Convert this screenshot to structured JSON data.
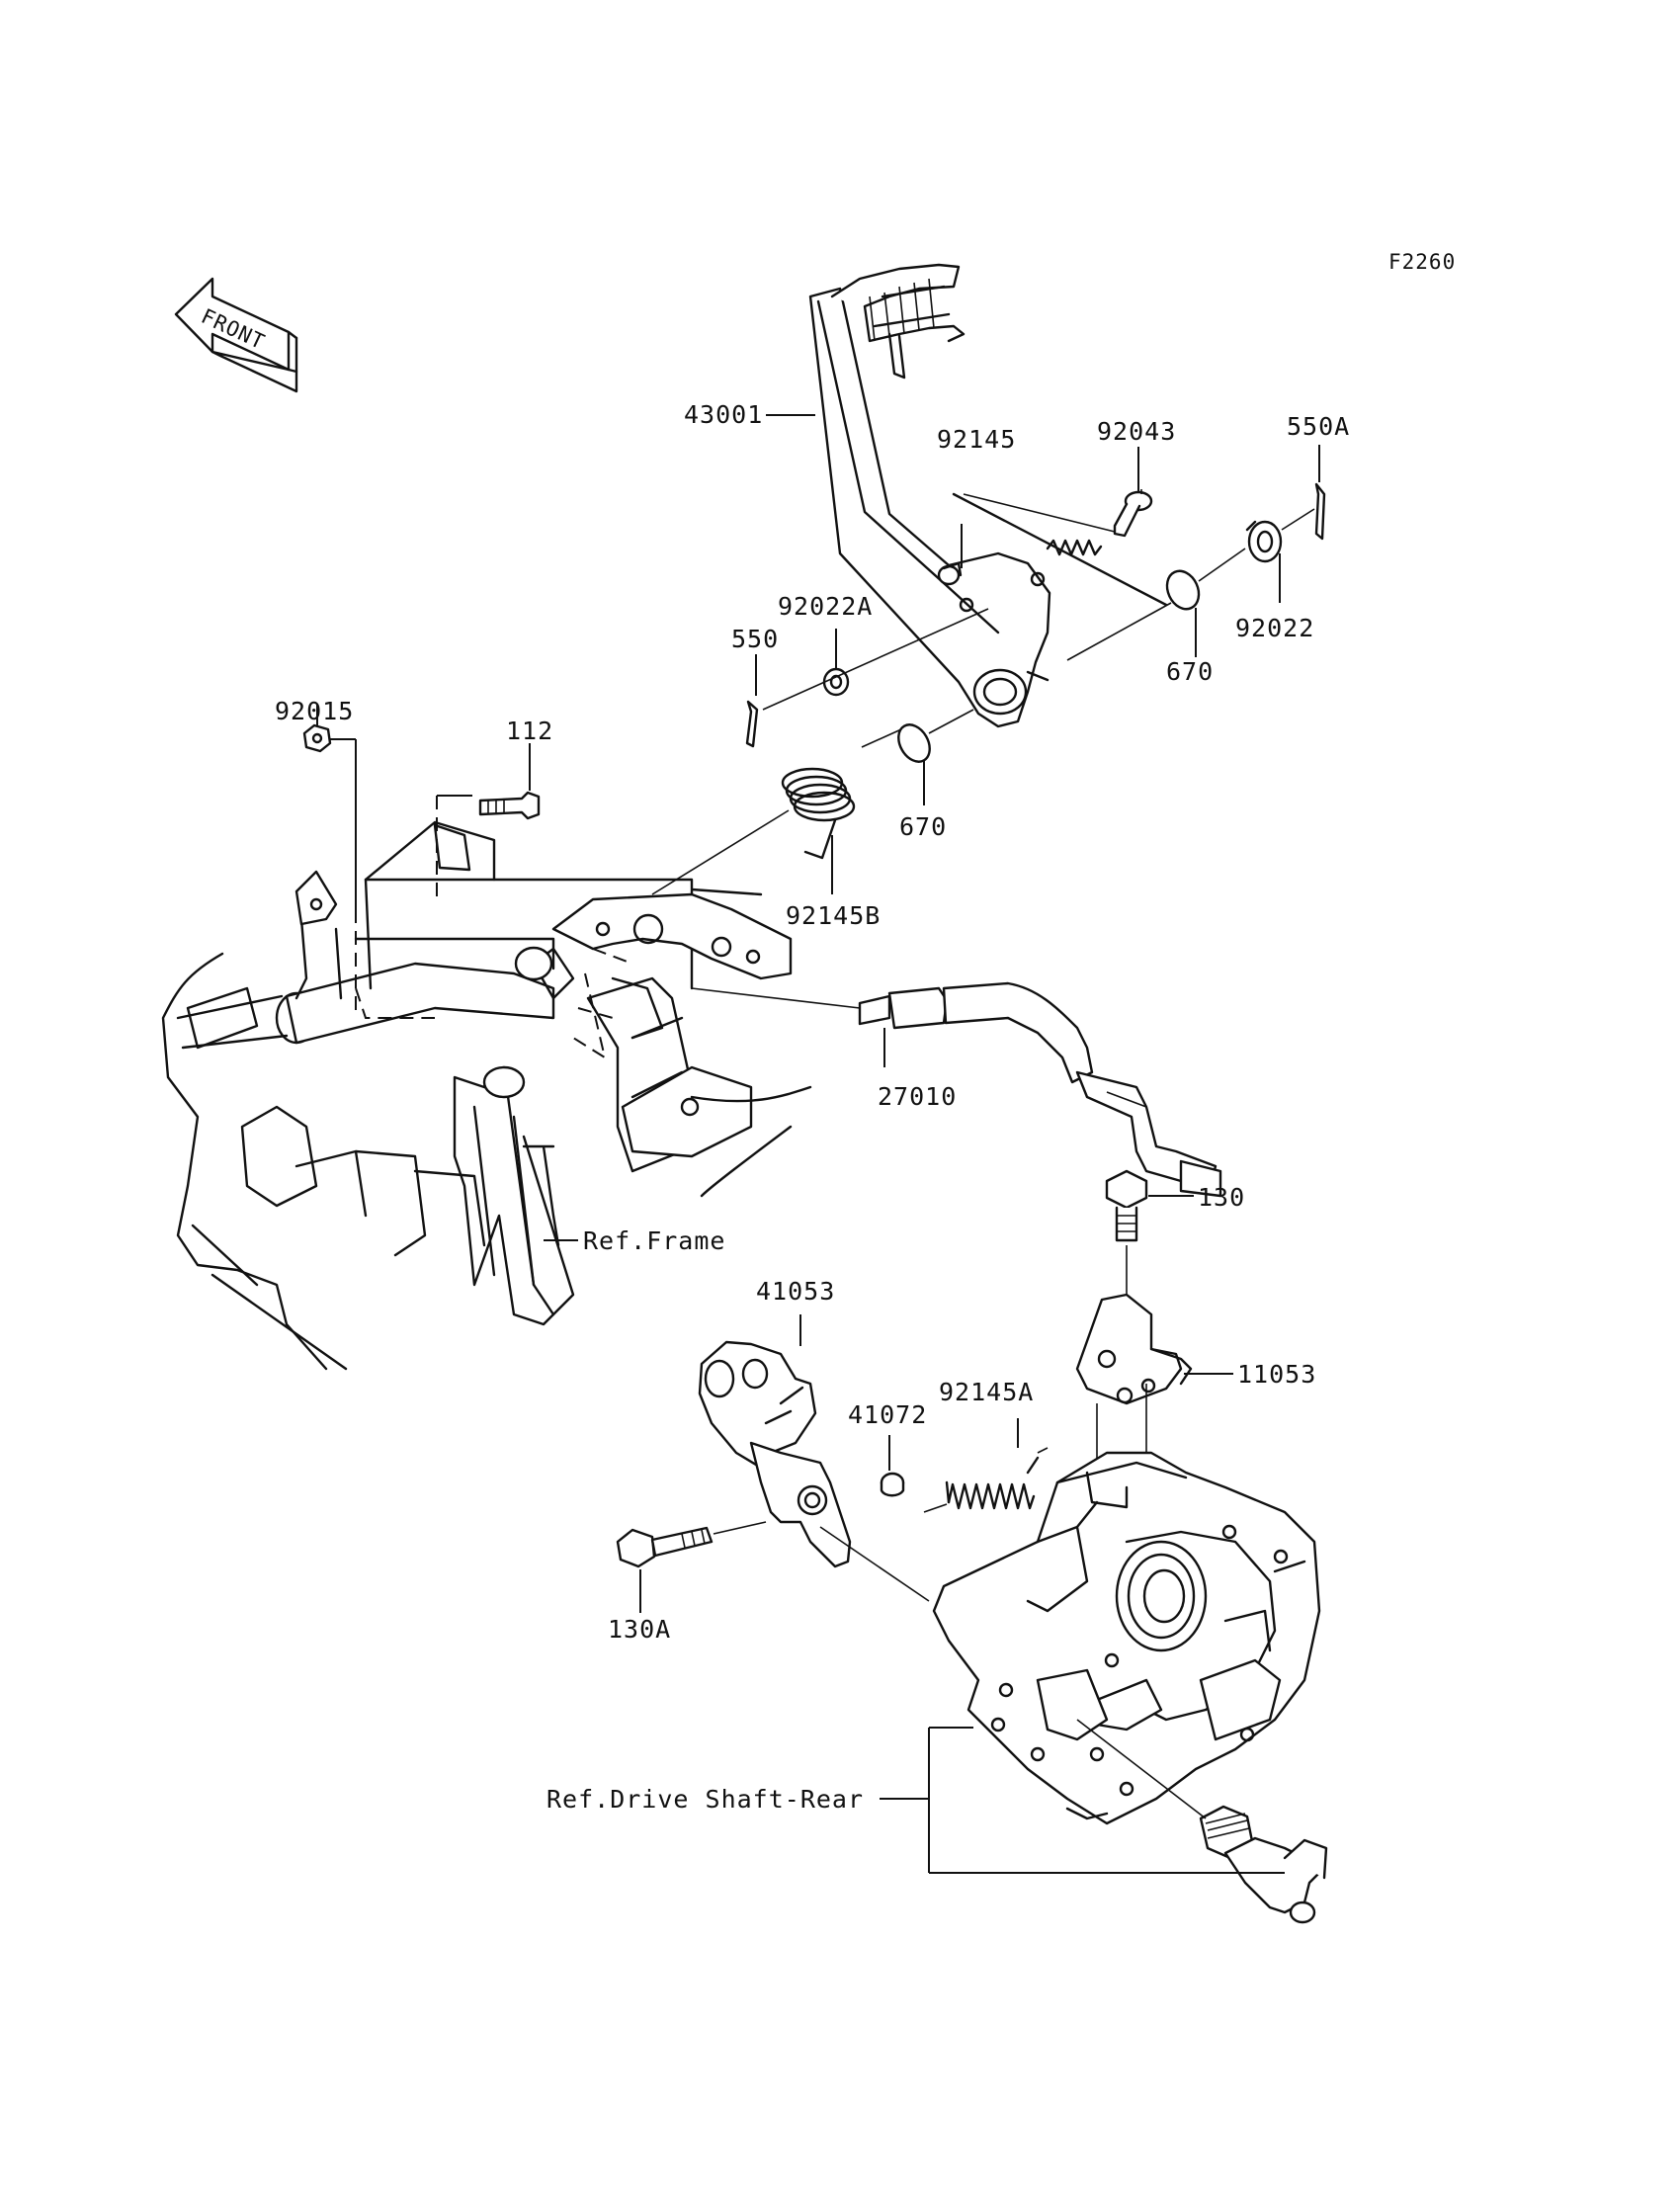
{
  "diagram_code": "F2260",
  "front_badge": "FRONT",
  "parts": {
    "p43001": "43001",
    "p92145": "92145",
    "p92043": "92043",
    "p550A": "550A",
    "p92022A": "92022A",
    "p550": "550",
    "p92022": "92022",
    "p670_upper": "670",
    "p670_lower": "670",
    "p92015": "92015",
    "p112": "112",
    "p92145B": "92145B",
    "p27010": "27010",
    "p130": "130",
    "p41053": "41053",
    "p11053": "11053",
    "p41072": "41072",
    "p92145A": "92145A",
    "p130A": "130A"
  },
  "refs": {
    "frame": "Ref.Frame",
    "drive_shaft_rear": "Ref.Drive Shaft-Rear"
  }
}
